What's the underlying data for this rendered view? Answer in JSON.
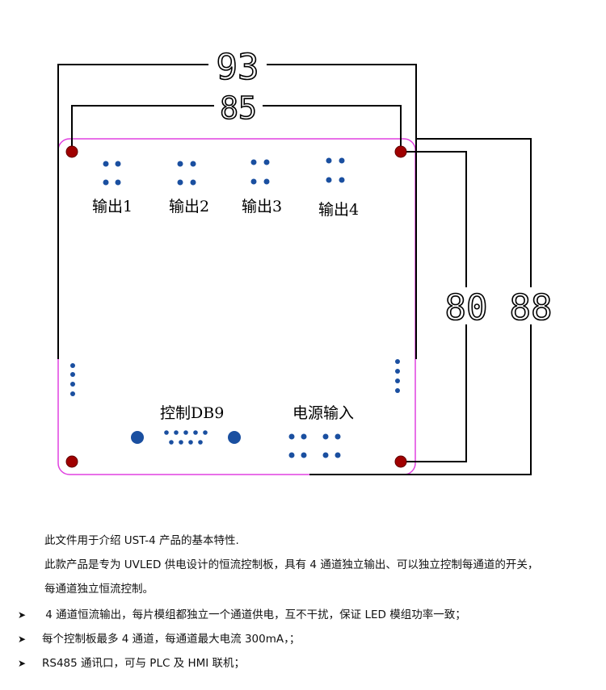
{
  "diagram": {
    "dimensions": {
      "outer_width": "93",
      "inner_width": "85",
      "inner_height": "80",
      "outer_height": "88"
    },
    "labels": {
      "output1": "输出1",
      "output2": "输出2",
      "output3": "输出3",
      "output4": "输出4",
      "control": "控制DB9",
      "power": "电源输入"
    },
    "colors": {
      "board_outline": "#e040e0",
      "mount_hole": "#a00000",
      "pad": "#1a4fa0",
      "dimension_line": "#000000"
    }
  },
  "description": {
    "paragraphs": [
      "此文件用于介绍 UST-4 产品的基本特性.",
      "此款产品是专为 UVLED 供电设计的恒流控制板，具有 4 通道独立输出、可以独立控制每通道的开关，",
      "每通道独立恒流控制。"
    ],
    "bullet_icon": "arrow-right-icon",
    "bullets": [
      " 4 通道恒流输出，每片模组都独立一个通道供电，互不干扰，保证 LED 模组功率一致；",
      "每个控制板最多 4 通道，每通道最大电流 300mA，；",
      "RS485 通讯口，可与 PLC 及 HMI 联机；"
    ]
  }
}
